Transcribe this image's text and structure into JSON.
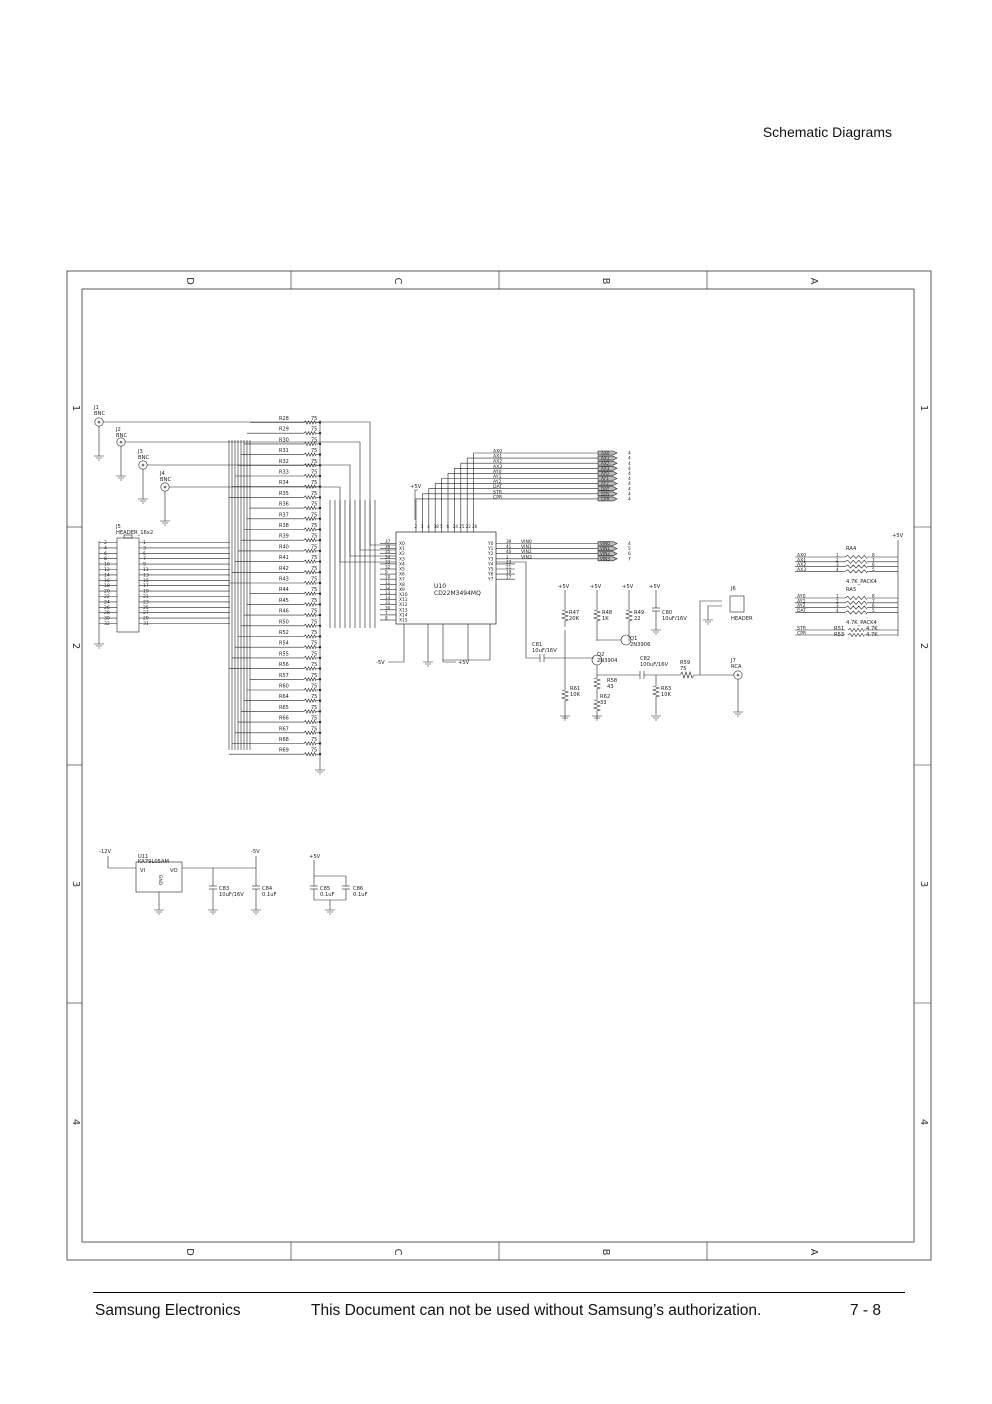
{
  "header": {
    "title": "Schematic Diagrams"
  },
  "footer": {
    "company": "Samsung Electronics",
    "notice": "This Document can not be used without Samsung’s authorization.",
    "page": "7 - 8"
  },
  "frame": {
    "col_labels": [
      "D",
      "C",
      "B",
      "A"
    ],
    "row_labels": [
      "1",
      "2",
      "3",
      "4"
    ]
  },
  "parts": {
    "j1": {
      "ref": "J1",
      "type": "BNC"
    },
    "j2": {
      "ref": "J2",
      "type": "BNC"
    },
    "j3": {
      "ref": "J3",
      "type": "BNC"
    },
    "j4": {
      "ref": "J4",
      "type": "BNC"
    },
    "j5": {
      "ref": "J5",
      "type": "HEADER_16x2"
    },
    "j6": {
      "ref": "J6",
      "type": "HEADER"
    },
    "j7": {
      "ref": "J7",
      "type": "RCA"
    },
    "u10": {
      "ref": "U10",
      "type": "CD22M3494MQ"
    },
    "u11": {
      "ref": "U11",
      "type": "KA79L05AM",
      "pin_vi": "VI",
      "pin_vo": "VO",
      "pin_gnd": "GND"
    },
    "ra4": {
      "ref": "RA4",
      "type": "4.7K_PACK4"
    },
    "ra5": {
      "ref": "RA5",
      "type": "4.7K_PACK4"
    },
    "r47": {
      "ref": "R47",
      "value": "20K"
    },
    "r48": {
      "ref": "R48",
      "value": "1K"
    },
    "r49": {
      "ref": "R49",
      "value": "22"
    },
    "c80": {
      "ref": "C80",
      "value": "10uF/16V"
    },
    "c81": {
      "ref": "C81",
      "value": "10uF/16V"
    },
    "q1": {
      "ref": "Q1",
      "type": "2N3906"
    },
    "q2": {
      "ref": "Q2",
      "type": "2N3904"
    },
    "c82": {
      "ref": "C82",
      "value": "100uF/16V"
    },
    "r59": {
      "ref": "R59",
      "value": "75"
    },
    "r58": {
      "ref": "R58",
      "value": "43"
    },
    "r61": {
      "ref": "R61",
      "value": "10K"
    },
    "r62": {
      "ref": "R62",
      "value": "33"
    },
    "r63": {
      "ref": "R63",
      "value": "10K"
    },
    "r51": {
      "ref": "R51",
      "value": "4.7K"
    },
    "r53": {
      "ref": "R53",
      "value": "4.7K"
    },
    "c83": {
      "ref": "C83",
      "value": "10uF/16V"
    },
    "c84": {
      "ref": "C84",
      "value": "0.1uF"
    },
    "c85": {
      "ref": "C85",
      "value": "0.1uF"
    },
    "c86": {
      "ref": "C86",
      "value": "0.1uF"
    }
  },
  "power": {
    "p5v": "+5V",
    "m5v": "-5V",
    "m12v": "-12V"
  },
  "resistor_column": {
    "value": "75",
    "refs": [
      "R28",
      "R29",
      "R30",
      "R31",
      "R32",
      "R33",
      "R34",
      "R35",
      "R36",
      "R37",
      "R38",
      "R39",
      "R40",
      "R41",
      "R42",
      "R43",
      "R44",
      "R45",
      "R46",
      "R50",
      "R52",
      "R54",
      "R55",
      "R56",
      "R57",
      "R60",
      "R64",
      "R65",
      "R66",
      "R67",
      "R68",
      "R69"
    ]
  },
  "u10_pins": {
    "x_names": [
      "X0",
      "X1",
      "X2",
      "X3",
      "X4",
      "X5",
      "X6",
      "X7",
      "X8",
      "X9",
      "X10",
      "X11",
      "X12",
      "X13",
      "X14",
      "X15"
    ],
    "x_nums": [
      "37",
      "36",
      "35",
      "34",
      "33",
      "32",
      "9",
      "10",
      "11",
      "12",
      "13",
      "14",
      "31",
      "30",
      "7",
      "8"
    ],
    "y_names": [
      "Y0",
      "Y1",
      "Y2",
      "Y3",
      "Y4",
      "Y5",
      "Y6",
      "Y7"
    ],
    "y_nums": [
      "39",
      "41",
      "40",
      "1",
      "23",
      "21",
      "19",
      "17"
    ],
    "top_nums": [
      "2",
      "3",
      "4",
      "38",
      "5",
      "6",
      "24",
      "25",
      "22",
      "26"
    ]
  },
  "address_bus": {
    "nets": [
      "AX0",
      "AX1",
      "AX2",
      "AX3",
      "AY0",
      "AY1",
      "AY2",
      "DAT",
      "STR",
      "CPR"
    ],
    "ref": "4"
  },
  "vin_bus": {
    "nets": [
      "VIN0",
      "VIN1",
      "VIN2",
      "VIN3"
    ],
    "refs": [
      "4",
      "5",
      "6",
      "7"
    ]
  },
  "ra4_nets": [
    "AX0",
    "AX1",
    "AX2",
    "AX3"
  ],
  "ra5_nets": [
    "AY0",
    "AY1",
    "AY2",
    "DAT"
  ],
  "pull_nets": [
    "STR",
    "CPR"
  ],
  "j5_left_pins": [
    "2",
    "4",
    "6",
    "8",
    "10",
    "12",
    "14",
    "16",
    "18",
    "20",
    "22",
    "24",
    "26",
    "28",
    "30",
    "32"
  ],
  "j5_right_pins": [
    "1",
    "3",
    "5",
    "7",
    "9",
    "11",
    "13",
    "15",
    "17",
    "19",
    "21",
    "23",
    "25",
    "27",
    "29",
    "31"
  ]
}
